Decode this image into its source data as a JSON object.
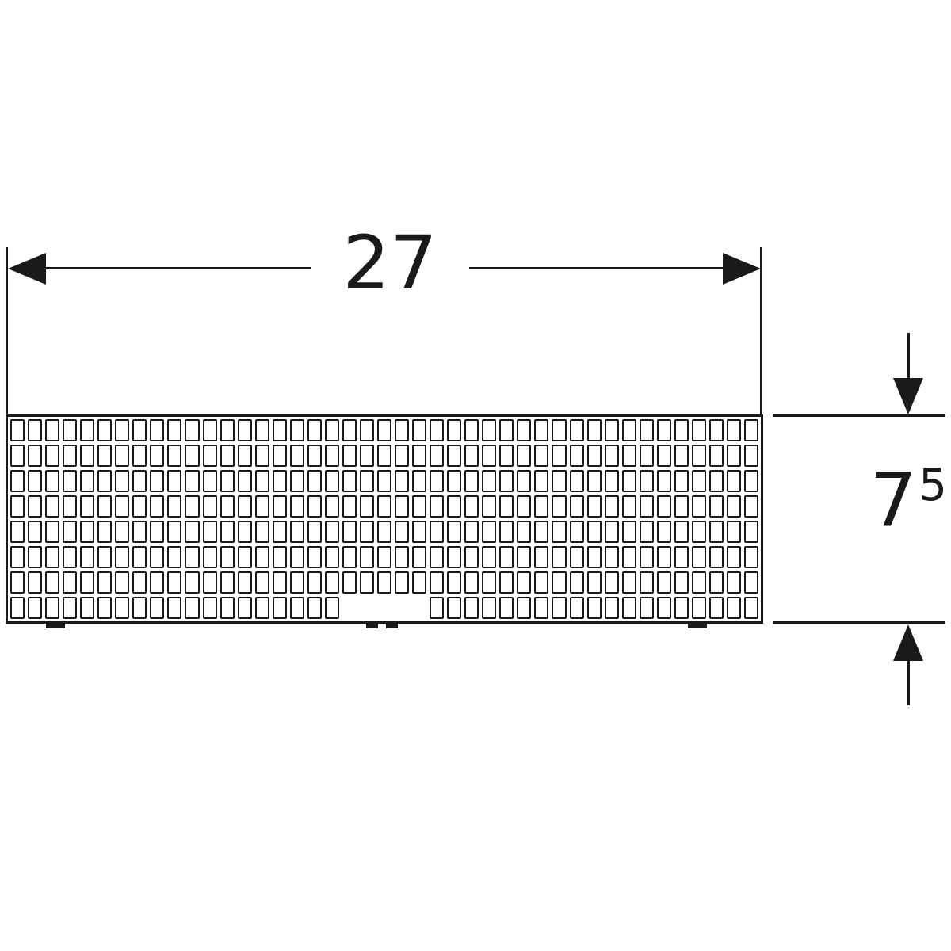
{
  "diagram": {
    "background_color": "#ffffff",
    "line_color": "#1a1a1a",
    "dimensions": {
      "width": {
        "label": "27"
      },
      "height": {
        "base": "7",
        "superscript": "5"
      }
    },
    "grille": {
      "rows": 8,
      "columns": 43,
      "bottom_row_gap_columns": [
        19,
        20,
        21,
        22,
        23
      ]
    }
  }
}
